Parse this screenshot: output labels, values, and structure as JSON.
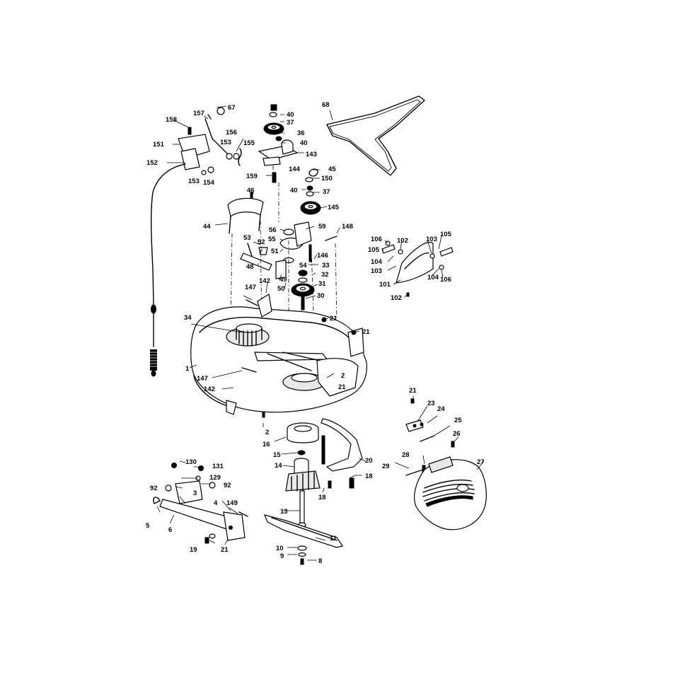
{
  "diagram": {
    "labels": {
      "l1": "1",
      "l2a": "2",
      "l2b": "2",
      "l3": "3",
      "l4": "4",
      "l5": "5",
      "l6": "6",
      "l8": "8",
      "l9": "9",
      "l10": "10",
      "l11": "11",
      "l13": "13",
      "l14": "14",
      "l15": "15",
      "l16": "16",
      "l18a": "18",
      "l18b": "18",
      "l19": "19",
      "l20": "20",
      "l21a": "21",
      "l21b": "21",
      "l21c": "21",
      "l21d": "21",
      "l21e": "21",
      "l23": "23",
      "l24": "24",
      "l25": "25",
      "l26": "26",
      "l27": "27",
      "l28": "28",
      "l29": "29",
      "l30": "30",
      "l31": "31",
      "l32": "32",
      "l33": "33",
      "l34": "34",
      "l36": "36",
      "l37a": "37",
      "l37b": "37",
      "l40a": "40",
      "l40b": "40",
      "l40c": "40",
      "l44": "44",
      "l45": "45",
      "l46": "46",
      "l48": "48",
      "l49": "49",
      "l50": "50",
      "l51": "51",
      "l52": "52",
      "l53": "53",
      "l54": "54",
      "l55": "55",
      "l56": "56",
      "l59": "59",
      "l67": "67",
      "l68": "68",
      "l92a": "92",
      "l92b": "92",
      "l101": "101",
      "l102a": "102",
      "l102b": "102",
      "l103a": "103",
      "l103b": "103",
      "l104a": "104",
      "l104b": "104",
      "l105a": "105",
      "l105b": "105",
      "l106a": "106",
      "l106b": "106",
      "l129": "129",
      "l130": "130",
      "l131": "131",
      "l142a": "142",
      "l142b": "142",
      "l143": "143",
      "l144": "144",
      "l145": "145",
      "l146": "146",
      "l147a": "147",
      "l147b": "147",
      "l148": "148",
      "l149": "149",
      "l150": "150",
      "l151": "151",
      "l152": "152",
      "l153a": "153",
      "l153b": "153",
      "l154": "154",
      "l155": "155",
      "l156": "156",
      "l157": "157",
      "l158": "158",
      "l159": "159"
    }
  }
}
